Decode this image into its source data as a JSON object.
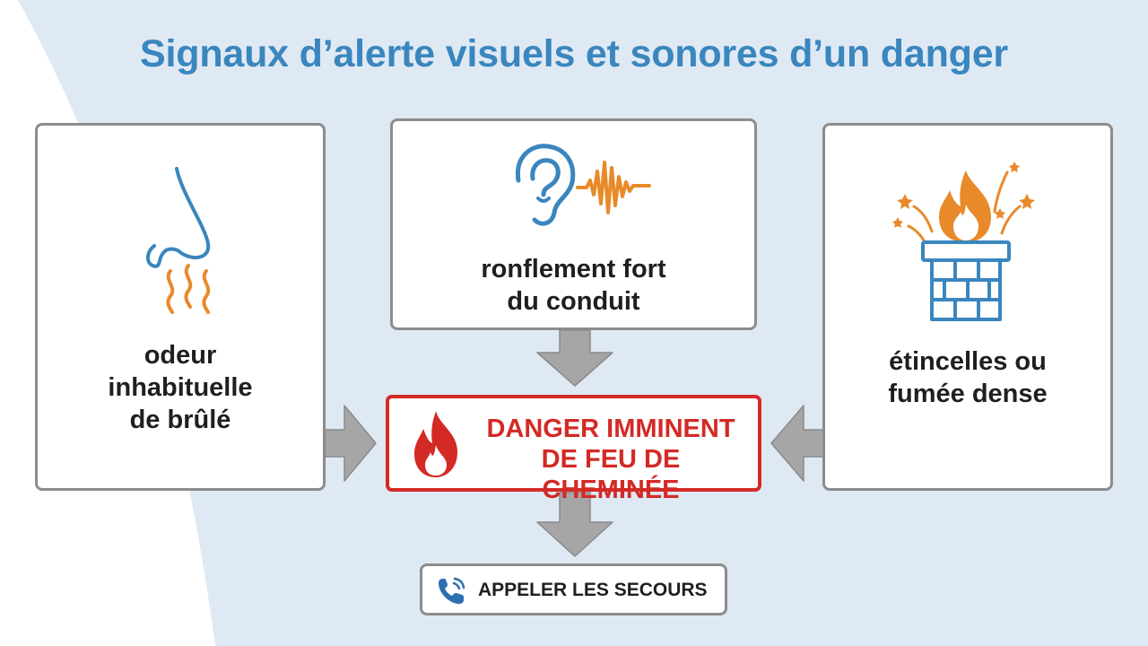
{
  "title": "Signaux d’alerte visuels et sonores d’un danger",
  "cards": {
    "left": {
      "line1": "odeur",
      "line2": "inhabituelle",
      "line3": "de brûlé",
      "icon": "nose-smell-icon"
    },
    "middle": {
      "line1": "ronflement fort",
      "line2": "du conduit",
      "icon": "ear-sound-icon"
    },
    "right": {
      "line1": "étincelles ou",
      "line2": "fumée dense",
      "icon": "chimney-fire-icon"
    }
  },
  "danger": {
    "line1": "DANGER IMMINENT",
    "line2": "DE FEU DE CHEMINÉE",
    "icon": "flame-icon"
  },
  "action": {
    "label": "APPELER LES SECOURS",
    "icon": "phone-icon"
  },
  "colors": {
    "title": "#3a86be",
    "icon_blue": "#3a86be",
    "icon_orange": "#e88a2a",
    "danger_red": "#d32a26",
    "arrow_gray": "#a6a6a6",
    "background": "#dfe9f4"
  }
}
